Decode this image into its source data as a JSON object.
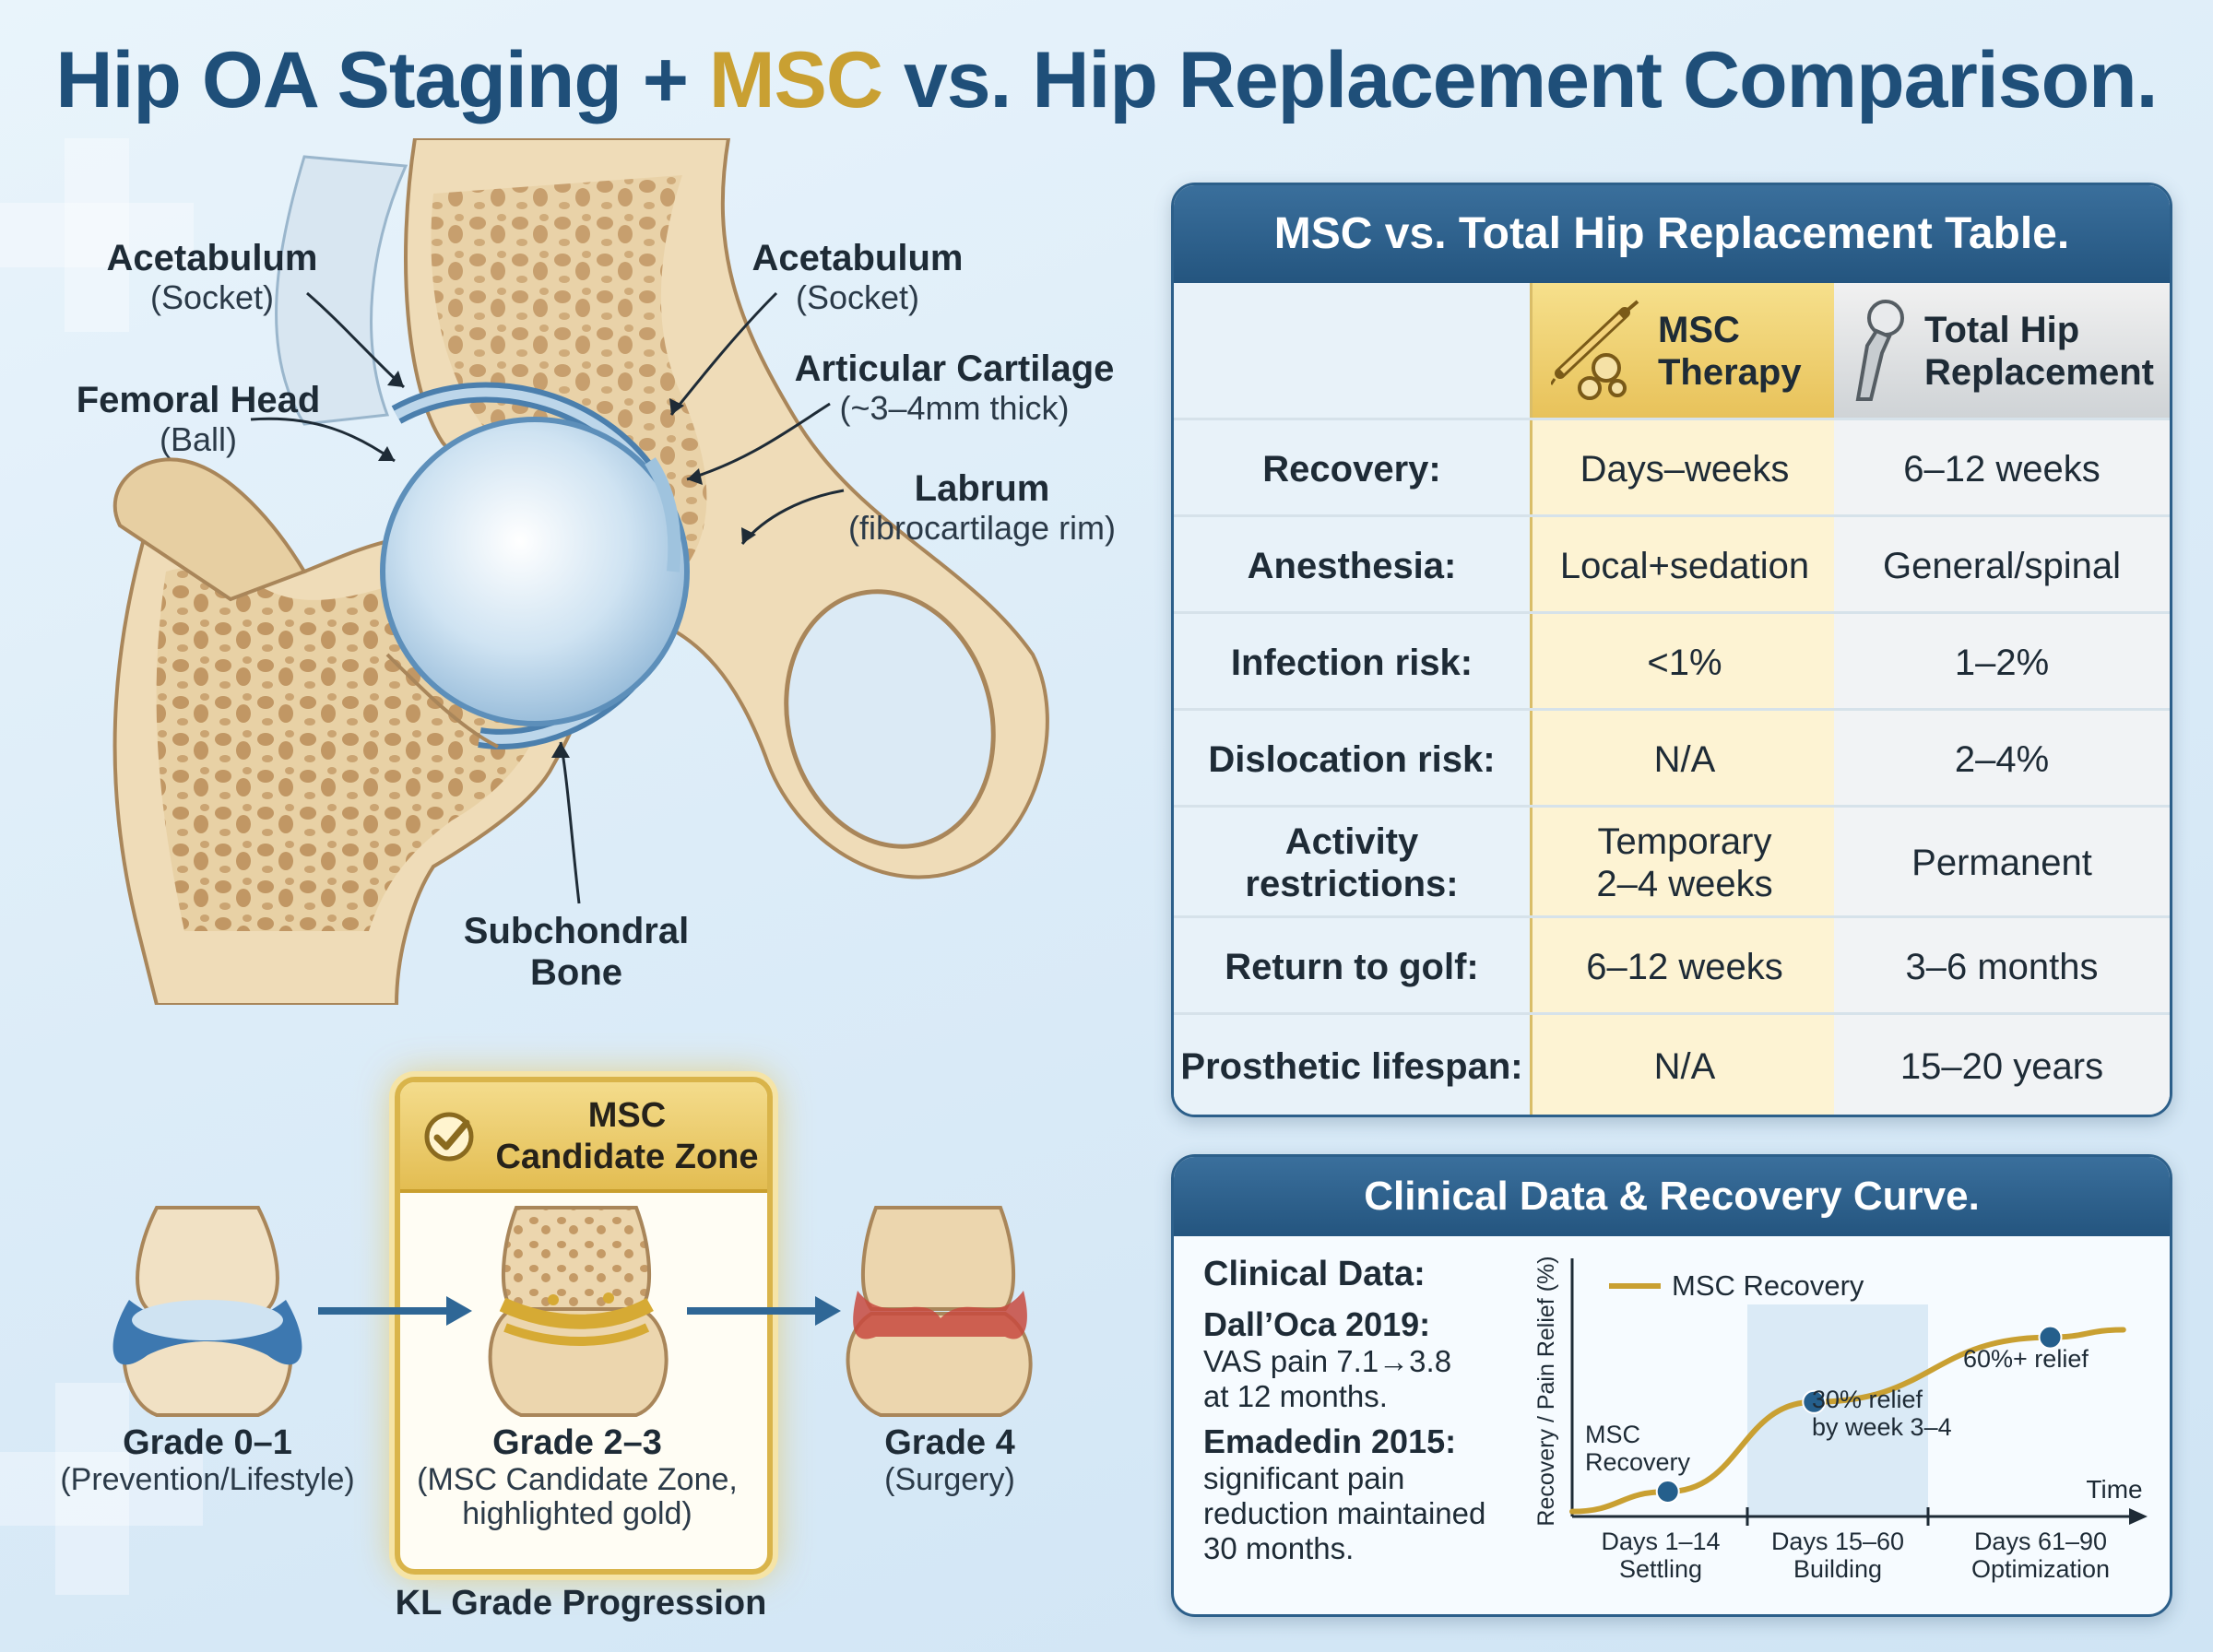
{
  "title": {
    "part1": "Hip OA Staging + ",
    "accent": "MSC",
    "part2": " vs. Hip Replacement Comparison."
  },
  "anatomy": {
    "acetabulum_left": {
      "name": "Acetabulum",
      "note": "(Socket)"
    },
    "acetabulum_right": {
      "name": "Acetabulum",
      "note": "(Socket)"
    },
    "femoral_head": {
      "name": "Femoral Head",
      "note": "(Ball)"
    },
    "cartilage": {
      "name": "Articular Cartilage",
      "note": "(~3–4mm thick)"
    },
    "labrum": {
      "name": "Labrum",
      "note": "(fibrocartilage rim)"
    },
    "subchondral": {
      "name": "Subchondral",
      "name2": "Bone"
    }
  },
  "kl": {
    "title": "KL Grade Progression",
    "candidate_title_1": "MSC",
    "candidate_title_2": "Candidate Zone",
    "grades": [
      {
        "grade": "Grade 0–1",
        "desc": "(Prevention/Lifestyle)"
      },
      {
        "grade": "Grade 2–3",
        "desc": "(MSC Candidate Zone,",
        "desc2": "highlighted gold)"
      },
      {
        "grade": "Grade 4",
        "desc": "(Surgery)"
      }
    ],
    "colors": {
      "gold": "#d9b44a",
      "arrow": "#2f6796",
      "cartilage_healthy": "#3d78b0",
      "cartilage_damaged": "#c84a40"
    }
  },
  "table": {
    "title": "MSC vs. Total Hip Replacement Table.",
    "col_msc_1": "MSC",
    "col_msc_2": "Therapy",
    "col_thr_1": "Total Hip",
    "col_thr_2": "Replacement",
    "rows": [
      {
        "label": "Recovery:",
        "msc": "Days–weeks",
        "thr": "6–12 weeks"
      },
      {
        "label": "Anesthesia:",
        "msc": "Local+sedation",
        "thr": "General/spinal"
      },
      {
        "label": "Infection risk:",
        "msc": "<1%",
        "thr": "1–2%"
      },
      {
        "label": "Dislocation risk:",
        "msc": "N/A",
        "thr": "2–4%"
      },
      {
        "label": "Activity",
        "label2": "restrictions:",
        "msc": "Temporary",
        "msc2": "2–4 weeks",
        "thr": "Permanent"
      },
      {
        "label": "Return to golf:",
        "msc": "6–12 weeks",
        "thr": "3–6 months"
      },
      {
        "label": "Prosthetic lifespan:",
        "msc": "N/A",
        "thr": "15–20 years"
      }
    ]
  },
  "clinical": {
    "title": "Clinical Data & Recovery Curve.",
    "heading": "Clinical Data:",
    "study1": "Dall’Oca 2019:",
    "study1_lines": [
      "VAS pain 7.1→3.8",
      "at 12 months."
    ],
    "study2": "Emadedin 2015:",
    "study2_lines": [
      "significant pain",
      "reduction maintained",
      "30 months."
    ]
  },
  "chart_data": {
    "type": "line",
    "ylabel": "Recovery / Pain Relief (%)",
    "xlabel": "Time",
    "legend": "MSC Recovery",
    "legend_position": "top-left",
    "phases": [
      {
        "name": "Days 1–14",
        "sub": "Settling"
      },
      {
        "name": "Days 15–60",
        "sub": "Building"
      },
      {
        "name": "Days 61–90",
        "sub": "Optimization"
      }
    ],
    "annotations": [
      {
        "text": [
          "MSC",
          "Recovery"
        ]
      },
      {
        "text": [
          "30% relief",
          "by week 3–4"
        ]
      },
      {
        "text": [
          "60%+ relief"
        ]
      }
    ],
    "points": [
      {
        "x": 0.17,
        "y": 0.1
      },
      {
        "x": 0.43,
        "y": 0.46
      },
      {
        "x": 0.85,
        "y": 0.72
      }
    ],
    "color": "#c9a032",
    "point_color": "#255f8c",
    "highlight_phase": 1
  }
}
